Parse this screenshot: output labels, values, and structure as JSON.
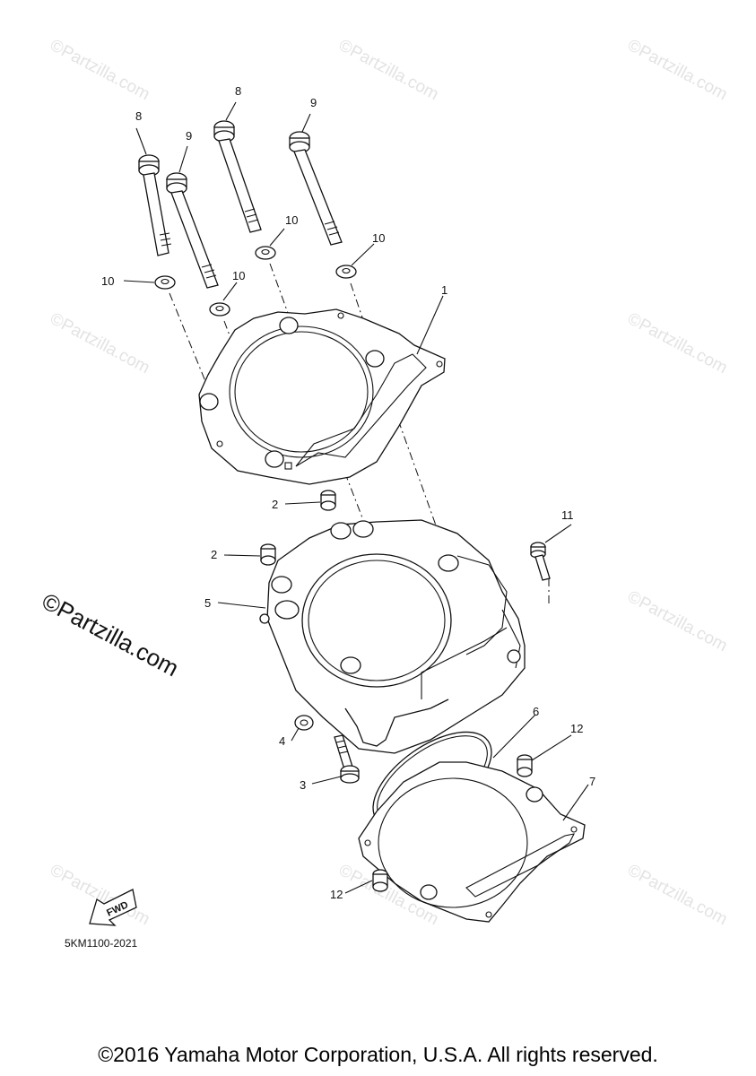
{
  "watermark": {
    "text": "©Partzilla.com",
    "big_text": "©Partzilla.com"
  },
  "callouts": [
    {
      "id": "1",
      "label": "1"
    },
    {
      "id": "2a",
      "label": "2"
    },
    {
      "id": "2b",
      "label": "2"
    },
    {
      "id": "3",
      "label": "3"
    },
    {
      "id": "4",
      "label": "4"
    },
    {
      "id": "5",
      "label": "5"
    },
    {
      "id": "6",
      "label": "6"
    },
    {
      "id": "7",
      "label": "7"
    },
    {
      "id": "8a",
      "label": "8"
    },
    {
      "id": "8b",
      "label": "8"
    },
    {
      "id": "9a",
      "label": "9"
    },
    {
      "id": "9b",
      "label": "9"
    },
    {
      "id": "10a",
      "label": "10"
    },
    {
      "id": "10b",
      "label": "10"
    },
    {
      "id": "10c",
      "label": "10"
    },
    {
      "id": "10d",
      "label": "10"
    },
    {
      "id": "11",
      "label": "11"
    },
    {
      "id": "12a",
      "label": "12"
    },
    {
      "id": "12b",
      "label": "12"
    }
  ],
  "fwd_label": "FWD",
  "diagram_code": "5KM1100-2021",
  "copyright": "©2016 Yamaha Motor Corporation, U.S.A. All rights reserved."
}
